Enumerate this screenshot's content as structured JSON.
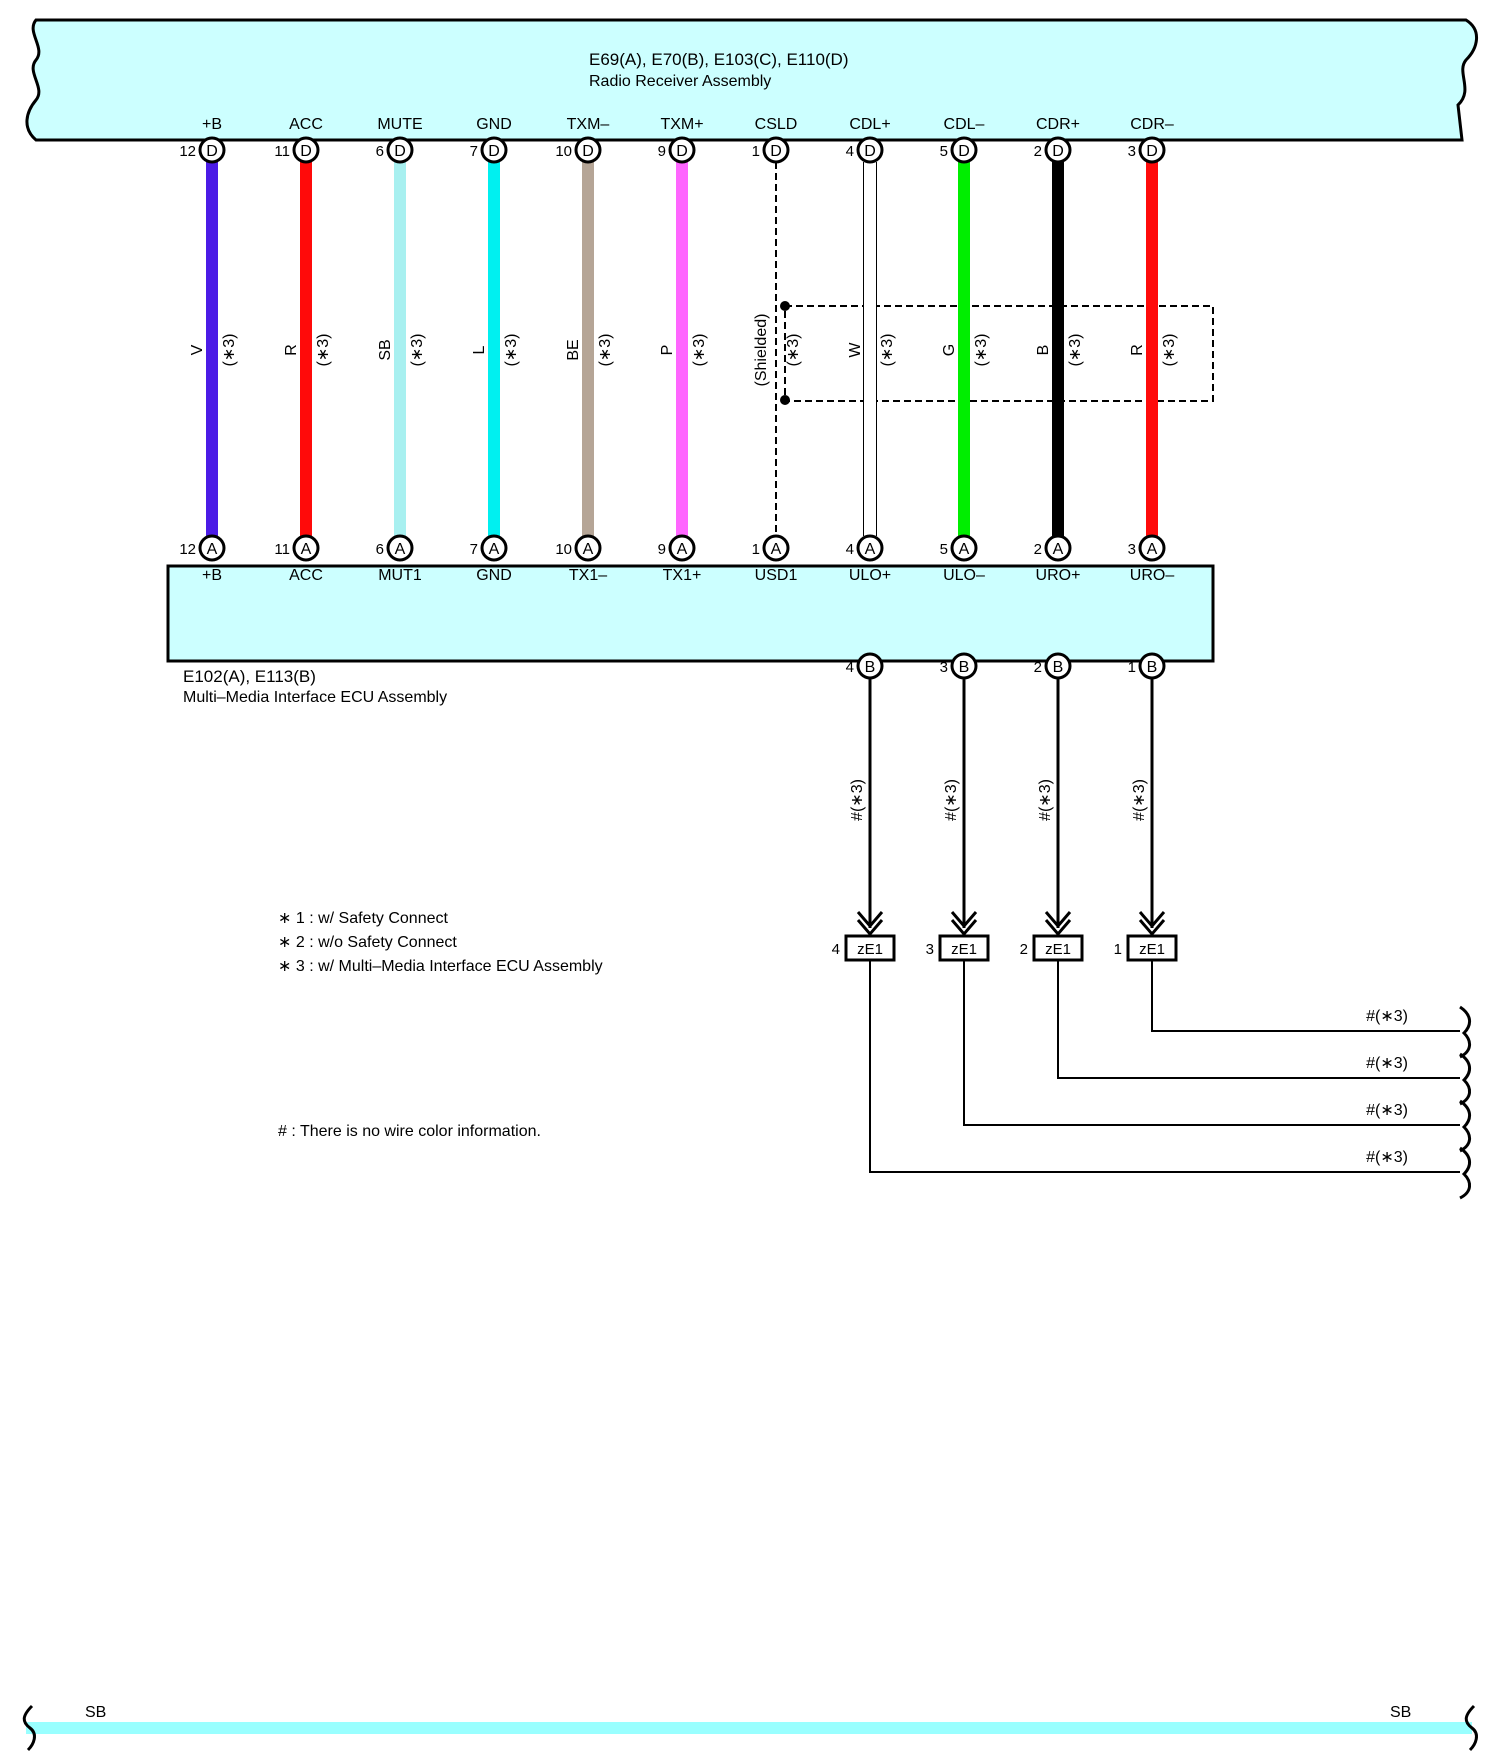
{
  "colors": {
    "connector_fill": "#ccffff",
    "bottom_bar": "#99ffff",
    "shield": "#000000"
  },
  "receiver": {
    "connectors": "E69(A), E70(B), E103(C), E110(D)",
    "name": "Radio Receiver Assembly"
  },
  "ecu": {
    "connectors": "E102(A), E113(B)",
    "name": "Multi–Media Interface ECU Assembly"
  },
  "wires": [
    {
      "top_label": "+B",
      "top_pin": "12",
      "top_conn": "D",
      "color_code": "V",
      "color": "#4b1be6",
      "note": "(∗3)",
      "bottom_pin": "12",
      "bottom_conn": "A",
      "bottom_label": "+B"
    },
    {
      "top_label": "ACC",
      "top_pin": "11",
      "top_conn": "D",
      "color_code": "R",
      "color": "#ff0a0a",
      "note": "(∗3)",
      "bottom_pin": "11",
      "bottom_conn": "A",
      "bottom_label": "ACC"
    },
    {
      "top_label": "MUTE",
      "top_pin": "6",
      "top_conn": "D",
      "color_code": "SB",
      "color": "#a8f0f0",
      "note": "(∗3)",
      "bottom_pin": "6",
      "bottom_conn": "A",
      "bottom_label": "MUT1"
    },
    {
      "top_label": "GND",
      "top_pin": "7",
      "top_conn": "D",
      "color_code": "L",
      "color": "#00f0f0",
      "note": "(∗3)",
      "bottom_pin": "7",
      "bottom_conn": "A",
      "bottom_label": "GND"
    },
    {
      "top_label": "TXM–",
      "top_pin": "10",
      "top_conn": "D",
      "color_code": "BE",
      "color": "#b5a596",
      "note": "(∗3)",
      "bottom_pin": "10",
      "bottom_conn": "A",
      "bottom_label": "TX1–"
    },
    {
      "top_label": "TXM+",
      "top_pin": "9",
      "top_conn": "D",
      "color_code": "P",
      "color": "#ff66ff",
      "note": "(∗3)",
      "bottom_pin": "9",
      "bottom_conn": "A",
      "bottom_label": "TX1+"
    },
    {
      "top_label": "CSLD",
      "top_pin": "1",
      "top_conn": "D",
      "color_code": "(Shielded)",
      "color": "#000000",
      "note": "(∗3)",
      "bottom_pin": "1",
      "bottom_conn": "A",
      "bottom_label": "USD1"
    },
    {
      "top_label": "CDL+",
      "top_pin": "4",
      "top_conn": "D",
      "color_code": "W",
      "color": "#ffffff",
      "note": "(∗3)",
      "bottom_pin": "4",
      "bottom_conn": "A",
      "bottom_label": "ULO+"
    },
    {
      "top_label": "CDL–",
      "top_pin": "5",
      "top_conn": "D",
      "color_code": "G",
      "color": "#00ee00",
      "note": "(∗3)",
      "bottom_pin": "5",
      "bottom_conn": "A",
      "bottom_label": "ULO–"
    },
    {
      "top_label": "CDR+",
      "top_pin": "2",
      "top_conn": "D",
      "color_code": "B",
      "color": "#000000",
      "note": "(∗3)",
      "bottom_pin": "2",
      "bottom_conn": "A",
      "bottom_label": "URO+"
    },
    {
      "top_label": "CDR–",
      "top_pin": "3",
      "top_conn": "D",
      "color_code": "R",
      "color": "#ff0a0a",
      "note": "(∗3)",
      "bottom_pin": "3",
      "bottom_conn": "A",
      "bottom_label": "URO–"
    }
  ],
  "ecu_outputs": [
    {
      "pin": "4",
      "conn": "B",
      "note": "#(∗3)",
      "jc_pin": "4",
      "jc": "zE1",
      "out_note": "#(∗3)"
    },
    {
      "pin": "3",
      "conn": "B",
      "note": "#(∗3)",
      "jc_pin": "3",
      "jc": "zE1",
      "out_note": "#(∗3)"
    },
    {
      "pin": "2",
      "conn": "B",
      "note": "#(∗3)",
      "jc_pin": "2",
      "jc": "zE1",
      "out_note": "#(∗3)"
    },
    {
      "pin": "1",
      "conn": "B",
      "note": "#(∗3)",
      "jc_pin": "1",
      "jc": "zE1",
      "out_note": "#(∗3)"
    }
  ],
  "footnotes": [
    "∗ 1 : w/ Safety Connect",
    "∗ 2 : w/o Safety Connect",
    "∗ 3 : w/ Multi–Media Interface ECU Assembly"
  ],
  "hash_note": "# : There is no wire color information.",
  "bottom_bar": {
    "left_label": "SB",
    "right_label": "SB"
  }
}
